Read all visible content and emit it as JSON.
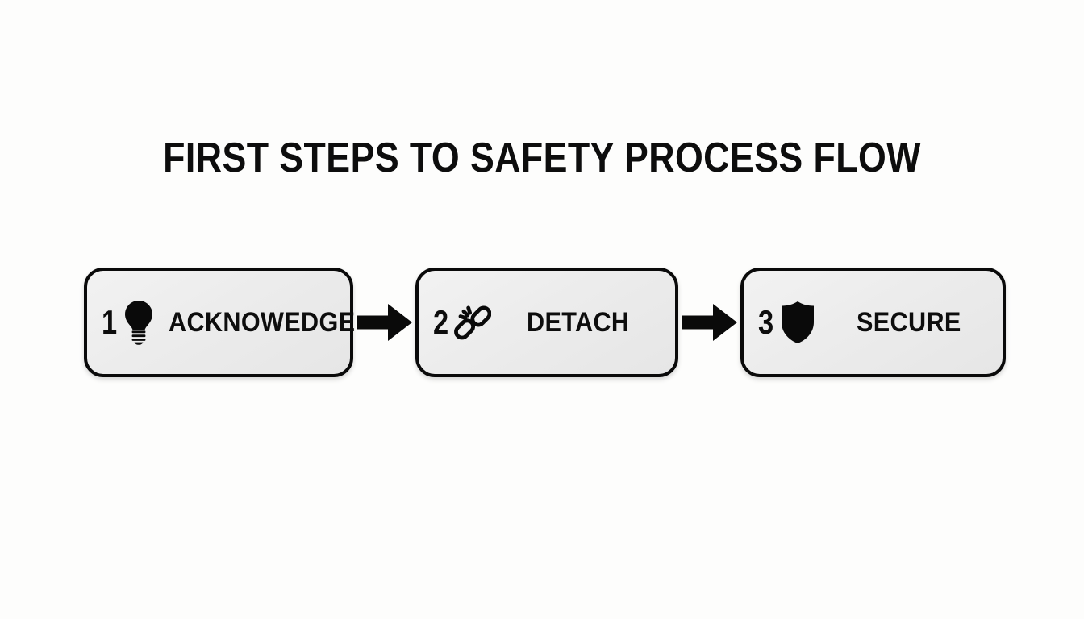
{
  "page": {
    "title": "FIRST STEPS TO SAFETY PROCESS FLOW",
    "background_color": "#fdfdfc",
    "ink_color": "#0d0d0d",
    "box_fill_color": "#ededed"
  },
  "flow": {
    "steps": [
      {
        "number": "1",
        "icon": "lightbulb-icon",
        "label": "ACKNOWEDGE"
      },
      {
        "number": "2",
        "icon": "broken-chain-link-icon",
        "label": "DETACH"
      },
      {
        "number": "3",
        "icon": "shield-icon",
        "label": "SECURE"
      }
    ],
    "connectors": [
      {
        "icon": "arrow-right-icon"
      },
      {
        "icon": "arrow-right-icon"
      }
    ]
  }
}
